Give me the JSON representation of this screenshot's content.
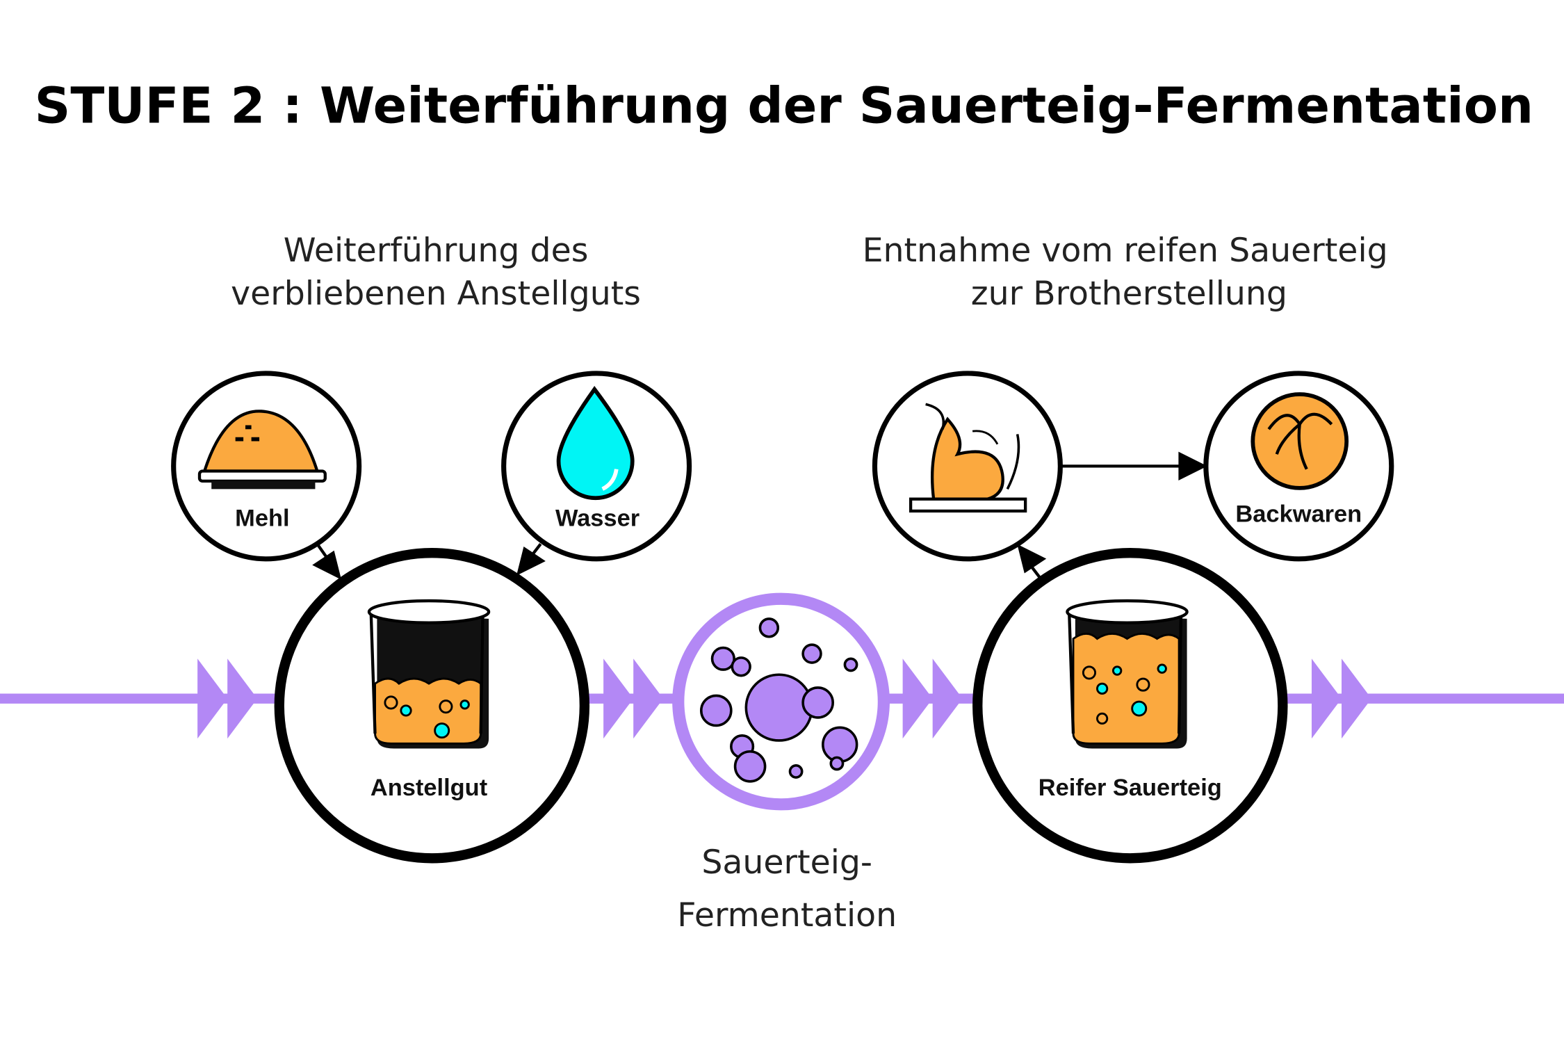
{
  "title": "STUFE 2 :  Weiterführung der Sauerteig-Fermentation",
  "left_heading": [
    "Weiterführung des",
    "verbliebenen Anstellguts"
  ],
  "right_heading": [
    "Entnahme vom reifen Sauerteig",
    "zur Brotherstellung"
  ],
  "nodes": {
    "mehl": "Mehl",
    "wasser": "Wasser",
    "anstellgut": "Anstellgut",
    "reifer": "Reifer Sauerteig",
    "backwaren": "Backwaren"
  },
  "fermentation": [
    "Sauerteig-",
    "Fermentation"
  ],
  "colors": {
    "purple": "#B388F5",
    "orange": "#FBA93F",
    "cyan": "#00F5F5"
  }
}
